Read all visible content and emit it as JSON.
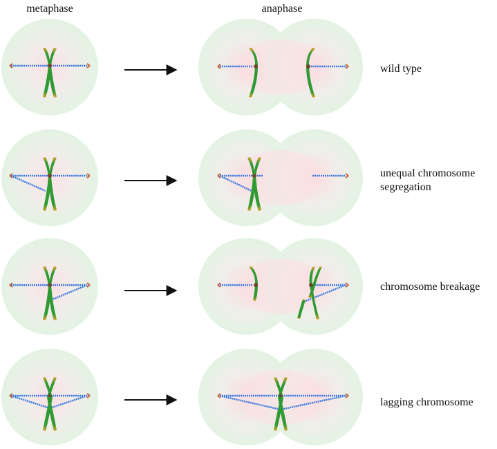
{
  "headers": {
    "metaphase": "metaphase",
    "anaphase": "anaphase"
  },
  "rows": [
    {
      "id": "wild-type",
      "label_lines": [
        "wild type"
      ]
    },
    {
      "id": "unequal-segregation",
      "label_lines": [
        "unequal chromosome",
        "segregation"
      ]
    },
    {
      "id": "chromosome-breakage",
      "label_lines": [
        "chromosome breakage"
      ]
    },
    {
      "id": "lagging-chromosome",
      "label_lines": [
        "lagging chromosome"
      ]
    }
  ],
  "colors": {
    "cell_fill": "#e6f4e6",
    "cell_center": "#fbe0e4",
    "chromosome_green": "#2f9a33",
    "chromosome_tip": "#d9a22a",
    "centromere": "#6b4a2a",
    "spindle": "#3a78e0",
    "pole": "#c0603a",
    "arrow": "#111111"
  }
}
